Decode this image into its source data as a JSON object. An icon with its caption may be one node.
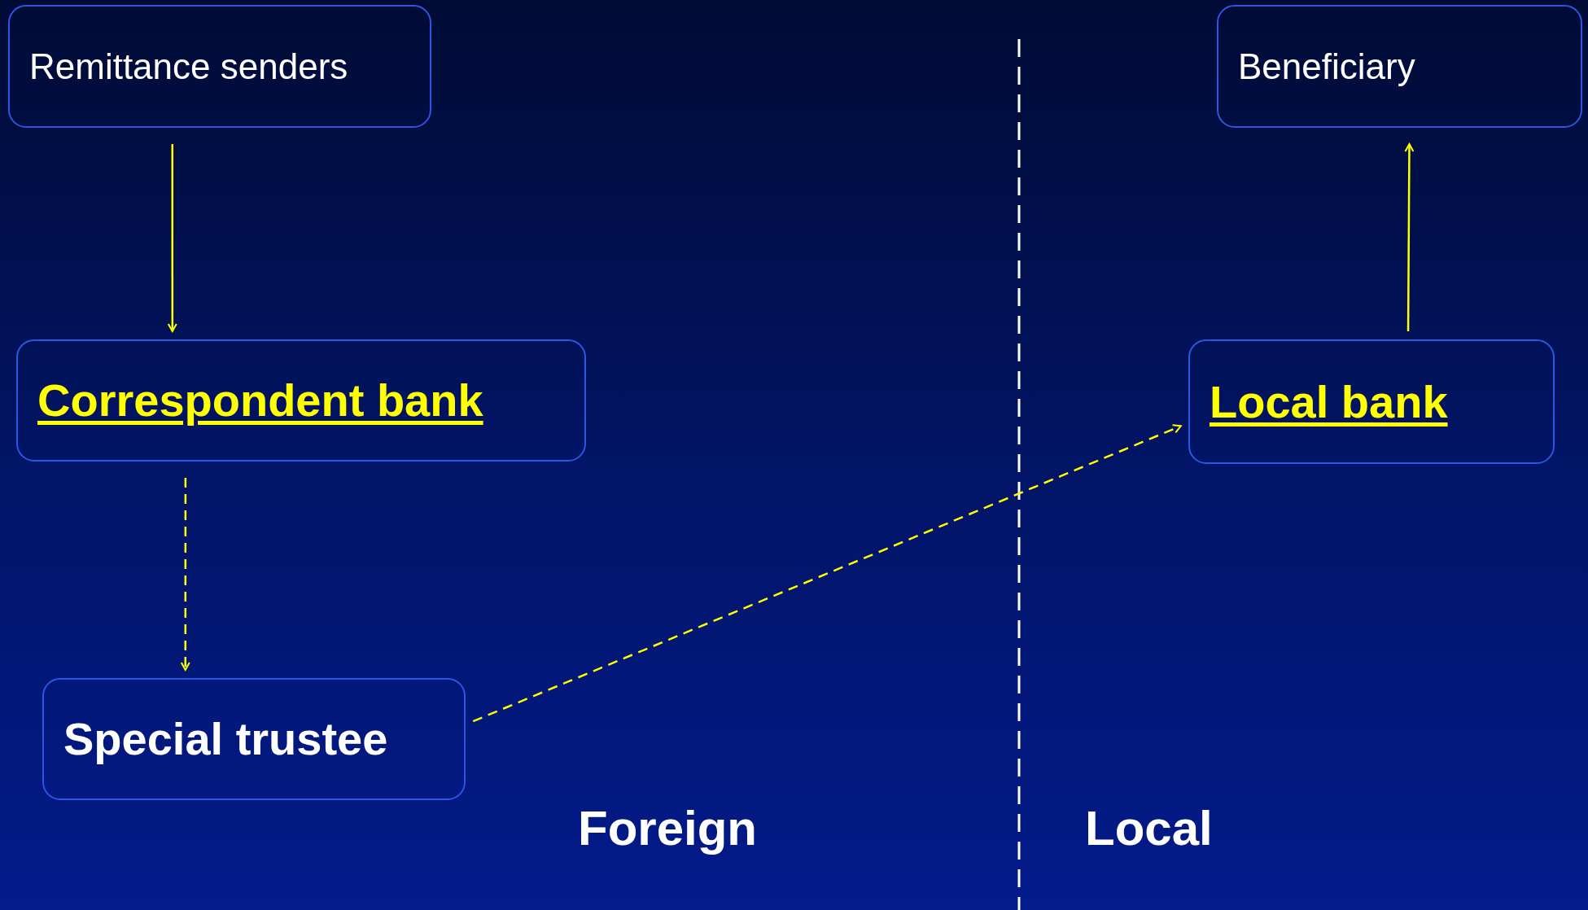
{
  "diagram": {
    "nodes": [
      {
        "text": [
          "Remittance senders"
        ]
      },
      {
        "text": [
          "Correspondent bank"
        ]
      },
      {
        "text": [
          "Special trustee"
        ]
      },
      {
        "text": [
          "Beneficiary"
        ]
      },
      {
        "text": [
          "Local bank"
        ]
      }
    ],
    "edges": [
      {
        "from": 0,
        "to": 1,
        "arrow": "to"
      },
      {
        "from": 1,
        "to": 2,
        "arrow": "to",
        "style": "dashed"
      },
      {
        "from": 2,
        "to": 4,
        "arrow": "to",
        "style": "dashed"
      },
      {
        "from": 4,
        "to": 3,
        "arrow": "to"
      }
    ],
    "labels": [
      "Foreign",
      "Local"
    ]
  }
}
